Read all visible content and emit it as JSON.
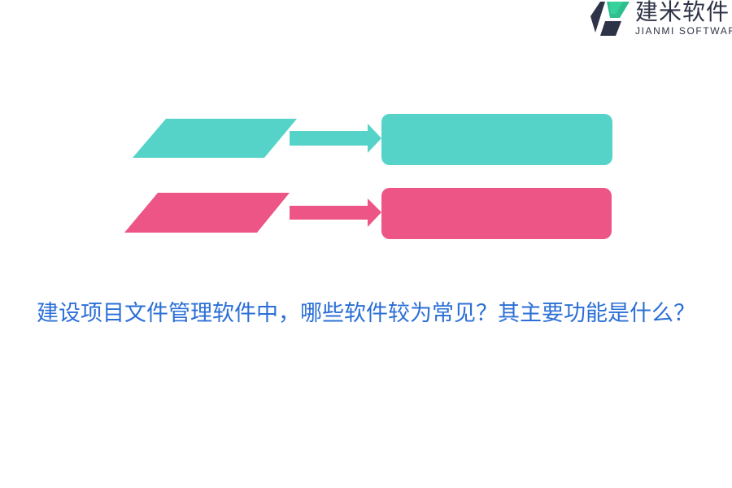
{
  "logo": {
    "name": "建米软件",
    "tagline": "JIANMI SOFTWARE"
  },
  "diagram": {
    "rows": [
      {
        "color": "#56d3c8"
      },
      {
        "color": "#ed5587"
      }
    ]
  },
  "headline": "建设项目文件管理软件中，哪些软件较为常见？其主要功能是什么？"
}
